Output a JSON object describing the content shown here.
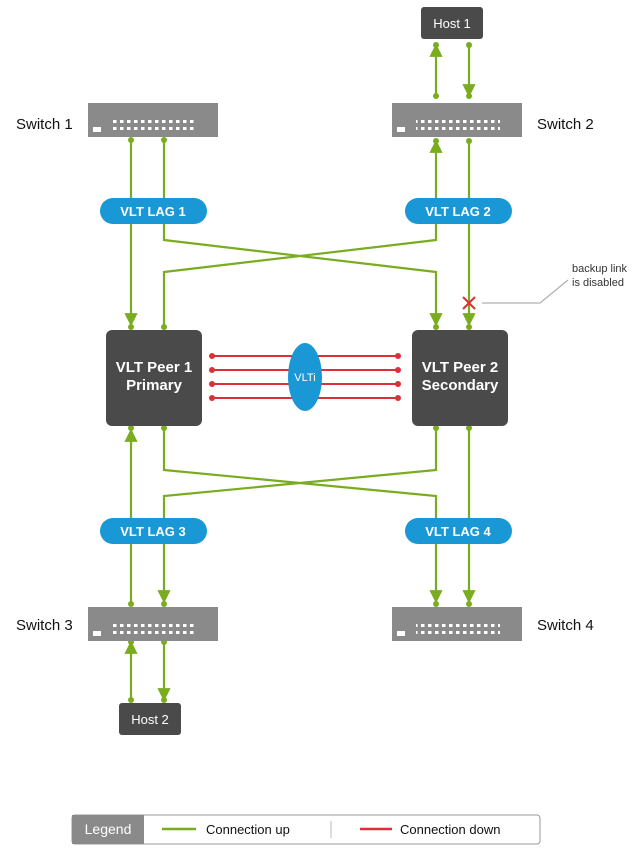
{
  "colors": {
    "connection_up": "#7aac1f",
    "connection_down": "#d9303a",
    "device_dark": "#4a4a4a",
    "switch_gray": "#8a8a8a",
    "lag_blue": "#1a98d5"
  },
  "switches": {
    "switch1": "Switch 1",
    "switch2": "Switch 2",
    "switch3": "Switch 3",
    "switch4": "Switch 4"
  },
  "hosts": {
    "host1": "Host 1",
    "host2": "Host 2"
  },
  "lags": {
    "lag1": "VLT LAG 1",
    "lag2": "VLT LAG 2",
    "lag3": "VLT LAG 3",
    "lag4": "VLT LAG 4"
  },
  "peers": {
    "peer1_line1": "VLT Peer 1",
    "peer1_line2": "Primary",
    "peer2_line1": "VLT Peer 2",
    "peer2_line2": "Secondary"
  },
  "vlti": "VLTi",
  "annotation": {
    "line1": "backup link",
    "line2": "is disabled"
  },
  "legend": {
    "title": "Legend",
    "up": "Connection up",
    "down": "Connection down"
  }
}
